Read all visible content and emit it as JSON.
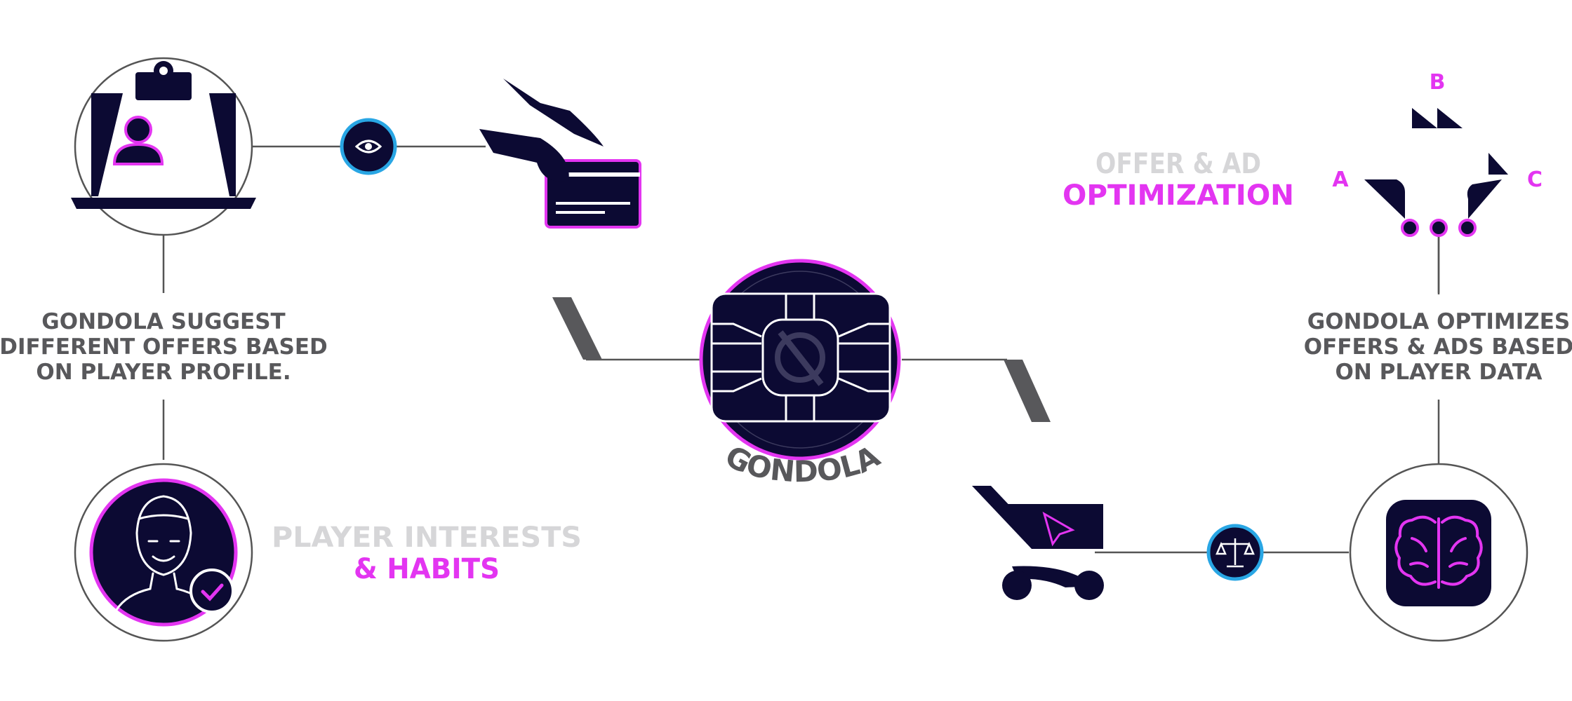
{
  "diagram": {
    "left_text": [
      "GONDOLA SUGGEST",
      "DIFFERENT OFFERS BASED",
      "ON PLAYER PROFILE."
    ],
    "right_text": [
      "GONDOLA OPTIMIZES",
      "OFFERS & ADS BASED",
      "ON PLAYER DATA"
    ],
    "interests_title": {
      "line1": "PLAYER INTERESTS",
      "line2": "& HABITS"
    },
    "optimization_title": {
      "line1": "OFFER & AD",
      "line2": "OPTIMIZATION"
    },
    "brand": "GONDOLA",
    "variants": {
      "a": "A",
      "b": "B",
      "c": "C"
    }
  },
  "icons": [
    "laptop-profile-icon",
    "eye-icon",
    "hand-card-icon",
    "gondola-chip-icon",
    "player-face-icon",
    "check-icon",
    "shopping-cart-icon",
    "scale-icon",
    "brain-icon",
    "ab-test-arrows-icon"
  ],
  "colors": {
    "navy": "#0c0a33",
    "pink": "#e335f1",
    "blue": "#29a6e4",
    "grey": "#58585b",
    "light_grey": "#d6d6d8"
  }
}
